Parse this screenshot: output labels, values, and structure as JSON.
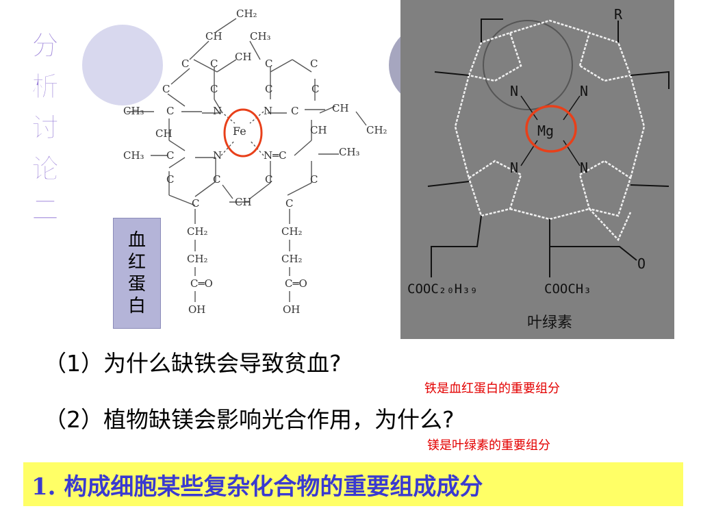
{
  "side_title": [
    "分",
    "析",
    "讨",
    "论",
    "二"
  ],
  "heme": {
    "label_chars": [
      "血",
      "红",
      "蛋",
      "白"
    ],
    "atoms": {
      "ch2_top": "CH₂",
      "ch_top": "CH",
      "ch3_top": "CH₃",
      "c": "C",
      "ch": "CH",
      "ch3": "CH₃",
      "n": "N",
      "fe": "Fe",
      "ch2": "CH₂",
      "co": "C═O",
      "oh": "OH",
      "neq": "N═C"
    }
  },
  "chlorophyll": {
    "label": "叶绿素",
    "r": "R",
    "n": "N",
    "mg": "Mg",
    "o": "O",
    "ester1": "COOC₂₀H₃₉",
    "ester2": "COOCH₃"
  },
  "questions": {
    "q1": "（1）为什么缺铁会导致贫血?",
    "a1": "铁是血红蛋白的重要组分",
    "q2": "（2）植物缺镁会影响光合作用，为什么?",
    "a2": "镁是叶绿素的重要组分"
  },
  "summary": "1. 构成细胞某些复杂化合物的重要组成成分",
  "colors": {
    "title": "#9a80d8",
    "answer": "#e30000",
    "summary_bg": "#ffff66",
    "summary_text": "#3a3ad0",
    "highlight_circle": "#e8401a",
    "chl_bg": "#808080"
  }
}
